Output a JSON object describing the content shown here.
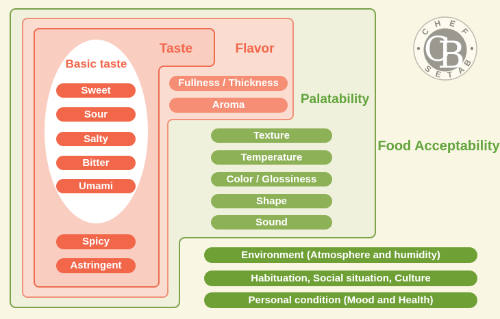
{
  "labels": {
    "basic_taste": "Basic taste",
    "taste": "Taste",
    "flavor": "Flavor",
    "palatability": "Palatability",
    "food_acceptability": "Food Acceptability"
  },
  "basic_taste_items": [
    "Sweet",
    "Sour",
    "Salty",
    "Bitter",
    "Umami"
  ],
  "taste_items": [
    "Spicy",
    "Astringent"
  ],
  "flavor_items": [
    "Fullness / Thickness",
    "Aroma"
  ],
  "palatability_items": [
    "Texture",
    "Temperature",
    "Color / Glossiness",
    "Shape",
    "Sound"
  ],
  "food_acceptability_items": [
    "Environment (Atmosphere and humidity)",
    "Habituation, Social situation, Culture",
    "Personal condition (Mood and Health)"
  ],
  "logo": {
    "top_letters": [
      "C",
      "H",
      "E",
      "F"
    ],
    "bottom_letters": [
      "B",
      "A",
      "T",
      "E",
      "S"
    ],
    "monogram": [
      "C",
      "B"
    ]
  },
  "colors": {
    "page_background": "#FAF6E4",
    "palatability_fill": "#F0F1DC",
    "palatability_border": "#7CA24B",
    "flavor_fill": "#FBDCD0",
    "flavor_border": "#F2917A",
    "taste_fill": "#F9CDC0",
    "taste_border": "#F06C50",
    "tomato_pill": "#F2664A",
    "salmon_pill": "#F58E74",
    "green_pill": "#8DB156",
    "dark_green_bar": "#6FA036",
    "warm_text": "#F2664A",
    "green_text": "#61A43B",
    "logo_disc": "#9B988F",
    "logo_letters": "#8D8A80"
  }
}
